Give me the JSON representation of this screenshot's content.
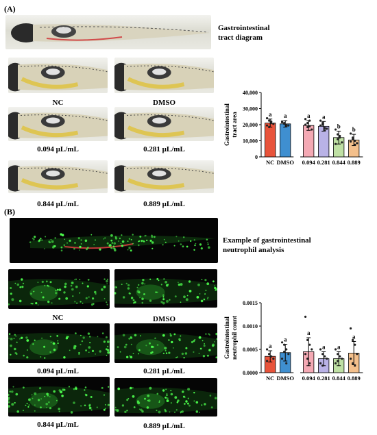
{
  "panelA": {
    "label": "(A)",
    "diagram_note": [
      "Gastrointestinal",
      "tract diagram"
    ],
    "captions": [
      "NC",
      "DMSO",
      "0.094 μL/mL",
      "0.281 μL/mL",
      "0.844 μL/mL",
      "0.889 μL/mL"
    ]
  },
  "panelB": {
    "label": "(B)",
    "diagram_note": [
      "Example of gastrointestinal",
      "neutrophil analysis"
    ],
    "captions": [
      "NC",
      "DMSO",
      "0.094 μL/mL",
      "0.281 μL/mL",
      "0.844 μL/mL",
      "0.889 μL/mL"
    ]
  },
  "chart_data": [
    {
      "type": "bar",
      "categories": [
        "NC",
        "DMSO",
        "0.094",
        "0.281",
        "0.844",
        "0.889"
      ],
      "values": [
        21000,
        20500,
        19500,
        19000,
        12000,
        10500
      ],
      "errors": [
        2500,
        2000,
        3000,
        3000,
        4000,
        3500
      ],
      "letters": [
        "a",
        "a",
        "a",
        "a",
        "b",
        "b"
      ],
      "ylabel": [
        "Gastrointestinal",
        "tract area"
      ],
      "ylim": [
        0,
        40000
      ],
      "yticks": [
        0,
        10000,
        20000,
        30000,
        40000
      ],
      "ytick_labels": [
        "0",
        "10,000",
        "20,000",
        "30,000",
        "40,000"
      ],
      "colors": [
        "#e8533a",
        "#3f8fd0",
        "#f4a9b4",
        "#b9b2e6",
        "#bfe0a4",
        "#f4c08c"
      ],
      "points": [
        [
          24000,
          22500,
          21000,
          20500,
          19500,
          18500,
          22000
        ],
        [
          22000,
          21000,
          20000,
          19500,
          21500,
          20500,
          19000
        ],
        [
          23500,
          21000,
          19000,
          17000,
          20000,
          18500,
          22500
        ],
        [
          22500,
          20000,
          18000,
          17500,
          19500,
          21000,
          16500
        ],
        [
          17000,
          14000,
          12000,
          9000,
          8000,
          11000,
          13000
        ],
        [
          14500,
          12000,
          10000,
          8500,
          9500,
          11000,
          7500
        ]
      ]
    },
    {
      "type": "bar",
      "categories": [
        "NC",
        "DMSO",
        "0.094",
        "0.281",
        "0.844",
        "0.889"
      ],
      "values": [
        0.00035,
        0.00043,
        0.00045,
        0.0003,
        0.0003,
        0.00042
      ],
      "errors": [
        0.00012,
        0.00018,
        0.0003,
        0.00015,
        0.00015,
        0.00025
      ],
      "letters": [
        "a",
        "a",
        "a",
        "a",
        "a",
        "a"
      ],
      "ylabel": [
        "Gastrointestinal",
        "neutrophil count"
      ],
      "ylim": [
        0,
        0.0015
      ],
      "yticks": [
        0,
        0.0005,
        0.001,
        0.0015
      ],
      "ytick_labels": [
        "0.0000",
        "0.0005",
        "0.0010",
        "0.0015"
      ],
      "colors": [
        "#e8533a",
        "#3f8fd0",
        "#f4a9b4",
        "#b9b2e6",
        "#bfe0a4",
        "#f4c08c"
      ],
      "points": [
        [
          0.0005,
          0.0004,
          0.00035,
          0.0003,
          0.00025,
          0.0004
        ],
        [
          0.00065,
          0.0006,
          0.0005,
          0.0004,
          0.0003,
          0.00045,
          0.0002
        ],
        [
          0.0012,
          0.0007,
          0.0006,
          0.0005,
          0.0004,
          0.0003,
          0.0002
        ],
        [
          0.0005,
          0.0004,
          0.00035,
          0.0003,
          0.0002,
          0.00015
        ],
        [
          0.0005,
          0.0004,
          0.00035,
          0.0003,
          0.0002,
          0.00025
        ],
        [
          0.00095,
          0.0007,
          0.0006,
          0.0004,
          0.0003,
          0.0002,
          0.00015
        ]
      ]
    }
  ]
}
